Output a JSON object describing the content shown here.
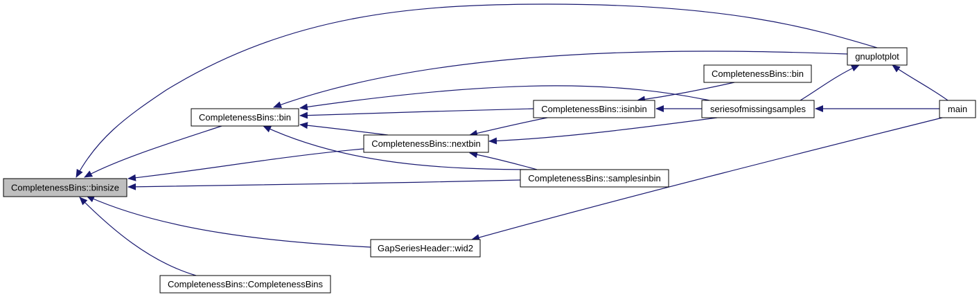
{
  "graph": {
    "edge_color": "#191970",
    "node_fill": "#ffffff",
    "highlight_fill": "#bfbfbf",
    "nodes": [
      {
        "id": "binsize",
        "label": "CompletenessBins::binsize",
        "highlight": true
      },
      {
        "id": "bin1",
        "label": "CompletenessBins::bin"
      },
      {
        "id": "nextbin",
        "label": "CompletenessBins::nextbin"
      },
      {
        "id": "samplesinbin",
        "label": "CompletenessBins::samplesinbin"
      },
      {
        "id": "wid2",
        "label": "GapSeriesHeader::wid2"
      },
      {
        "id": "ctor",
        "label": "CompletenessBins::CompletenessBins"
      },
      {
        "id": "isinbin",
        "label": "CompletenessBins::isinbin"
      },
      {
        "id": "bin2",
        "label": "CompletenessBins::bin"
      },
      {
        "id": "series",
        "label": "seriesofmissingsamples"
      },
      {
        "id": "gnuplot",
        "label": "gnuplotplot"
      },
      {
        "id": "main",
        "label": "main"
      }
    ],
    "edges": [
      {
        "from": "gnuplot",
        "to": "binsize"
      },
      {
        "from": "bin1",
        "to": "binsize"
      },
      {
        "from": "nextbin",
        "to": "binsize"
      },
      {
        "from": "samplesinbin",
        "to": "binsize"
      },
      {
        "from": "wid2",
        "to": "binsize"
      },
      {
        "from": "ctor",
        "to": "binsize"
      },
      {
        "from": "gnuplot",
        "to": "bin1"
      },
      {
        "from": "series",
        "to": "bin1"
      },
      {
        "from": "isinbin",
        "to": "bin1"
      },
      {
        "from": "nextbin",
        "to": "bin1"
      },
      {
        "from": "samplesinbin",
        "to": "bin1"
      },
      {
        "from": "isinbin",
        "to": "nextbin"
      },
      {
        "from": "series",
        "to": "nextbin"
      },
      {
        "from": "samplesinbin",
        "to": "nextbin"
      },
      {
        "from": "bin2",
        "to": "isinbin"
      },
      {
        "from": "series",
        "to": "isinbin"
      },
      {
        "from": "main",
        "to": "series"
      },
      {
        "from": "series",
        "to": "gnuplot"
      },
      {
        "from": "main",
        "to": "gnuplot"
      },
      {
        "from": "main",
        "to": "wid2"
      }
    ]
  }
}
